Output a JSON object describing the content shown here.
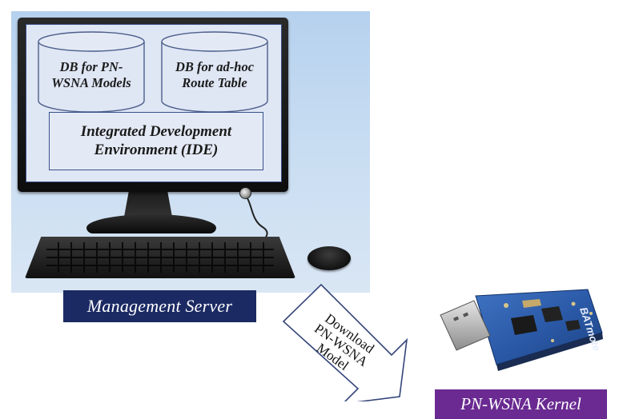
{
  "server": {
    "db_pn_wsna": [
      "DB for PN-",
      "WSNA Models"
    ],
    "db_route_table": [
      "DB for ad-hoc",
      "Route Table"
    ],
    "ide": [
      "Integrated Development",
      "Environment (IDE)"
    ],
    "caption": "Management Server",
    "caption_bg": "#1b2a63"
  },
  "arrow": {
    "label": [
      "Download",
      "PN-WSNA",
      "Model"
    ]
  },
  "kernel": {
    "board_print": "BATmote",
    "caption": "PN-WSNA Kernel",
    "caption_bg": "#6a2a91"
  }
}
